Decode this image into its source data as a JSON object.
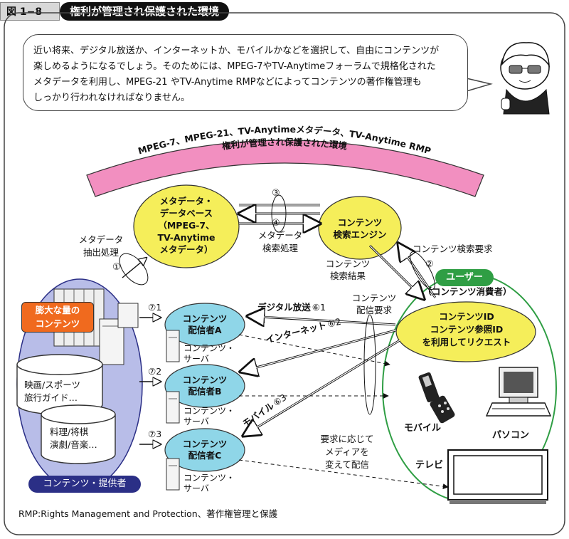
{
  "header": {
    "figure_label": "図 1−8",
    "title": "権利が管理され保護された環境"
  },
  "speech": {
    "lines": [
      "近い将来、デジタル放送か、インターネットか、モバイルかなどを選択して、自由にコンテンツが",
      "楽しめるようになるでしょう。そのためには、MPEG-7やTV-Anytimeフォーラムで規格化された",
      "メタデータを利用し、MPEG-21 やTV-Anytime RMPなどによってコンテンツの著作権管理も",
      "しっかり行われなければなりません。"
    ]
  },
  "arc": {
    "line1": "MPEG-7、MPEG-21、TV-Anytimeメタデータ、TV-Anytime RMP",
    "line2": "権利が管理され保護された環境"
  },
  "nodes": {
    "metadata_db": [
      "メタデータ・",
      "データベース",
      "（MPEG-7、",
      "TV-Anytime",
      "メタデータ）"
    ],
    "search_engine": [
      "コンテンツ",
      "検索エンジン"
    ],
    "user_request": [
      "コンテンツID",
      "コンテンツ参照ID",
      "を利用してリクエスト"
    ],
    "distributor_a": [
      "コンテンツ",
      "配信者A"
    ],
    "distributor_b": [
      "コンテンツ",
      "配信者B"
    ],
    "distributor_c": [
      "コンテンツ",
      "配信者C"
    ],
    "server_label": [
      "コンテンツ・",
      "サーバ"
    ]
  },
  "labels": {
    "metadata_extract": [
      "メタデータ",
      "抽出処理"
    ],
    "metadata_search": [
      "メタデータ",
      "検索処理"
    ],
    "search_request": "コンテンツ検索要求",
    "search_result": [
      "コンテンツ",
      "検索結果"
    ],
    "delivery_request": [
      "コンテンツ",
      "配信要求"
    ],
    "digital_broadcast": "デジタル放送",
    "internet": "インターネット",
    "mobile": "モバイル",
    "adapt_media": [
      "要求に応じて",
      "メディアを",
      "変えて配信"
    ],
    "user_badge": "ユーザー",
    "user_sub": "（コンテンツ消費者）",
    "large_content": [
      "膨大な量の",
      "コンテンツ"
    ],
    "db1": [
      "映画/スポーツ",
      "旅行ガイド…"
    ],
    "db2": [
      "料理/将棋",
      "演劇/音楽…"
    ],
    "provider": "コンテンツ・提供者",
    "device_mobile": "モバイル",
    "device_pc": "パソコン",
    "device_tv": "テレビ"
  },
  "markers": {
    "n1": "①",
    "n2": "②",
    "n3": "③",
    "n4": "④",
    "n6_1": "⑥1",
    "n6_2": "⑥2",
    "n6_3": "⑥3",
    "n7_1": "⑦1",
    "n7_2": "⑦2",
    "n7_3": "⑦3"
  },
  "footnote": "RMP:Rights Management and Protection、著作権管理と保護",
  "colors": {
    "yellow": "#f5ee5a",
    "cyan": "#8fd6e8",
    "pink": "#f28fc0",
    "orange": "#f06a1e",
    "green": "#2f9e44",
    "navy": "#2b2f86",
    "lavender": "#b8bde8"
  }
}
